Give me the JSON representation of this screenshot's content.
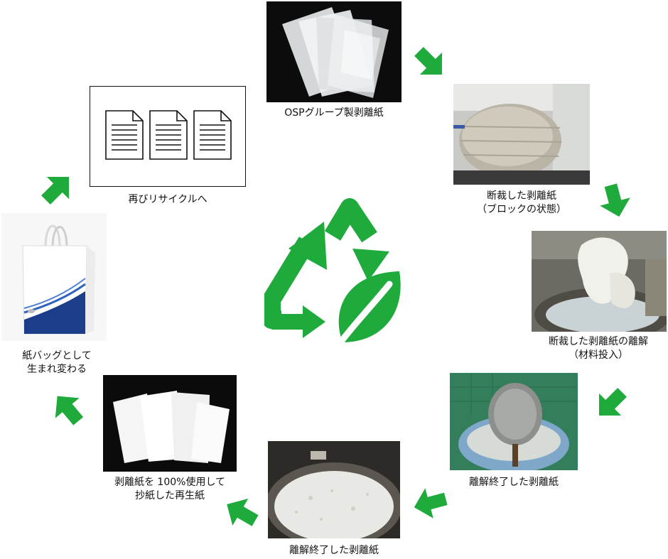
{
  "colors": {
    "green": "#1faa3c",
    "navy": "#1c3d8a"
  },
  "center": {
    "icon": "recycle-leaf-icon"
  },
  "steps": [
    {
      "id": "osp-release-paper",
      "lines": [
        "OSPグループ製剥離紙"
      ]
    },
    {
      "id": "cut-release-paper",
      "lines": [
        "断裁した剥離紙",
        "（ブロックの状態）"
      ]
    },
    {
      "id": "disintegration",
      "lines": [
        "断裁した剥離紙の離解",
        "（材料投入）"
      ]
    },
    {
      "id": "disintegration-done-1",
      "lines": [
        "離解終了した剥離紙"
      ]
    },
    {
      "id": "disintegration-done-2",
      "lines": [
        "離解終了した剥離紙"
      ]
    },
    {
      "id": "recycled-paper",
      "lines": [
        "剥離紙を 100%使用して",
        "抄紙した再生紙"
      ]
    },
    {
      "id": "paper-bag",
      "lines": [
        "紙バッグとして",
        "生まれ変わる"
      ]
    },
    {
      "id": "recycle-again",
      "lines": [
        "再びリサイクルへ"
      ]
    }
  ]
}
